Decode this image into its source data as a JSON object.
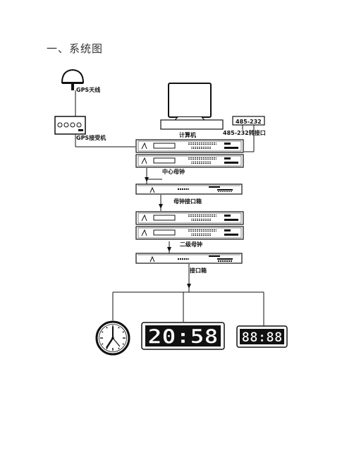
{
  "heading": "一、系统图",
  "labels": {
    "gps_antenna": "GPS天线",
    "gps_receiver": "GPS接受机",
    "computer": "计算机",
    "converter_box": "485-232",
    "converter_label": "485-232转接口",
    "center_master_clock": "中心母钟",
    "mother_clock_interface": "母钟接口箱",
    "secondary_master_clock": "二级母钟",
    "interface_box": "接口箱"
  },
  "displays": {
    "large_time": "20:58",
    "small_time": "88:88"
  }
}
